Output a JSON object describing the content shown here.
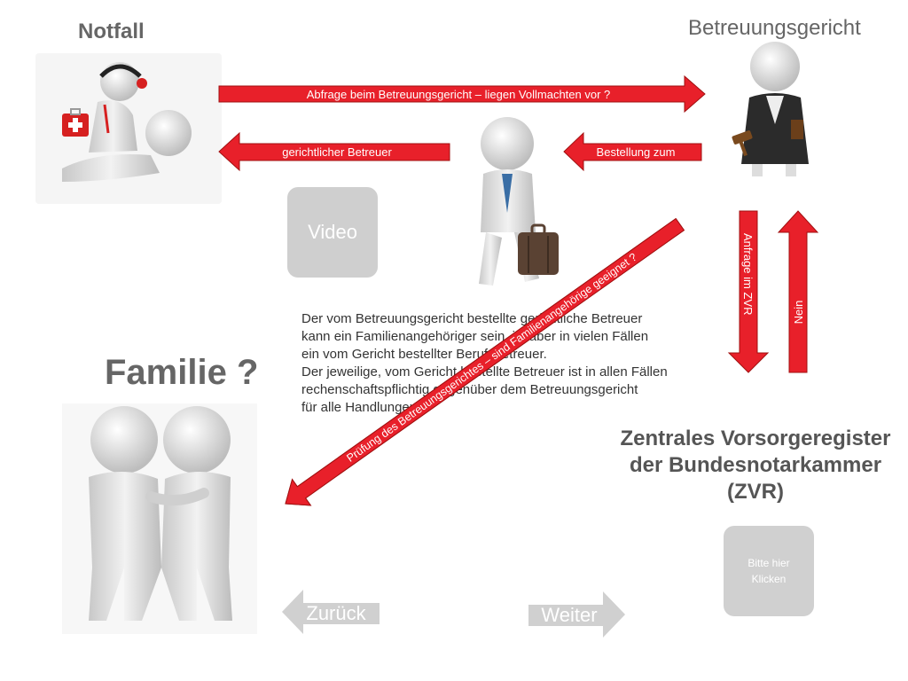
{
  "header": {
    "notfall": "Notfall",
    "betreuungsgericht": "Betreuungsgericht",
    "familie": "Familie ?"
  },
  "arrows": {
    "abfrage": "Abfrage beim Betreuungsgericht – liegen Vollmachten vor ?",
    "gerichtlicher_betreuer": "gerichtlicher Betreuer",
    "bestellung": "Bestellung zum",
    "anfrage_zvr": "Anfrage im ZVR",
    "nein": "Nein",
    "pruefung": "Prüfung des Betreuungsgerichtes – sind Familienangehörige geeignet ?"
  },
  "body_text": {
    "lines": [
      "Der vom Betreuungsgericht bestellte gerichtliche Betreuer",
      "kann ein Familienangehöriger sein, ist aber in vielen Fällen",
      "ein vom Gericht bestellter Berufsbetreuer.",
      "Der jeweilige, vom Gericht bestellte Betreuer ist in allen Fällen",
      "rechenschaftspflichtig gegenüber dem Betreuungsgericht",
      "für alle Handlungen"
    ]
  },
  "zvr": {
    "line1": "Zentrales Vorsorgeregister",
    "line2": "der Bundesnotarkammer",
    "line3": "(ZVR)"
  },
  "buttons": {
    "video": "Video",
    "klicken_line1": "Bitte hier",
    "klicken_line2": "Klicken",
    "zurueck": "Zurück",
    "weiter": "Weiter"
  },
  "colors": {
    "arrow_red": "#e8202a",
    "figure_grey": "#dcdcdc",
    "button_grey": "#cfcfcf"
  }
}
